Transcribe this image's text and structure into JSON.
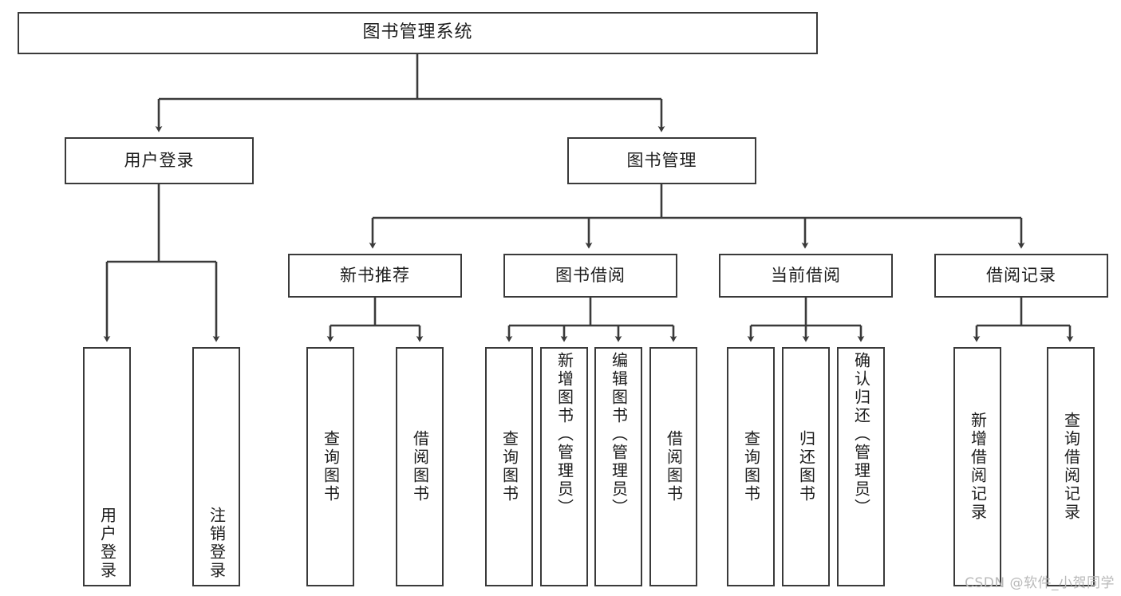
{
  "diagram": {
    "title": "图书管理系统",
    "type": "tree-hierarchy",
    "root": {
      "label": "图书管理系统"
    },
    "level2": [
      {
        "id": "user-login",
        "label": "用户登录"
      },
      {
        "id": "book-management",
        "label": "图书管理"
      }
    ],
    "level3": [
      {
        "id": "new-book-recommend",
        "label": "新书推荐"
      },
      {
        "id": "book-borrow",
        "label": "图书借阅"
      },
      {
        "id": "current-borrow",
        "label": "当前借阅"
      },
      {
        "id": "borrow-record",
        "label": "借阅记录"
      }
    ],
    "leaves": {
      "user_login": [
        {
          "id": "leaf-user-login",
          "label": "用户登录"
        },
        {
          "id": "leaf-logout",
          "label": "注销登录"
        }
      ],
      "new_book_recommend": [
        {
          "id": "leaf-query-book-1",
          "label": "查询图书"
        },
        {
          "id": "leaf-borrow-book-1",
          "label": "借阅图书"
        }
      ],
      "book_borrow": [
        {
          "id": "leaf-query-book-2",
          "label": "查询图书"
        },
        {
          "id": "leaf-add-book",
          "label": "新增图书（管理员）"
        },
        {
          "id": "leaf-edit-book",
          "label": "编辑图书（管理员）"
        },
        {
          "id": "leaf-borrow-book-2",
          "label": "借阅图书"
        }
      ],
      "current_borrow": [
        {
          "id": "leaf-query-book-3",
          "label": "查询图书"
        },
        {
          "id": "leaf-return-book",
          "label": "归还图书"
        },
        {
          "id": "leaf-confirm-return",
          "label": "确认归还（管理员）"
        }
      ],
      "borrow_record": [
        {
          "id": "leaf-add-record",
          "label": "新增借阅记录"
        },
        {
          "id": "leaf-query-record",
          "label": "查询借阅记录"
        }
      ]
    }
  },
  "watermark": {
    "text": "CSDN @软件_小贺同学"
  },
  "colors": {
    "stroke": "#3a3a3a",
    "text": "#1c1c1c",
    "background": "#ffffff",
    "watermark": "#b9b9b9"
  }
}
